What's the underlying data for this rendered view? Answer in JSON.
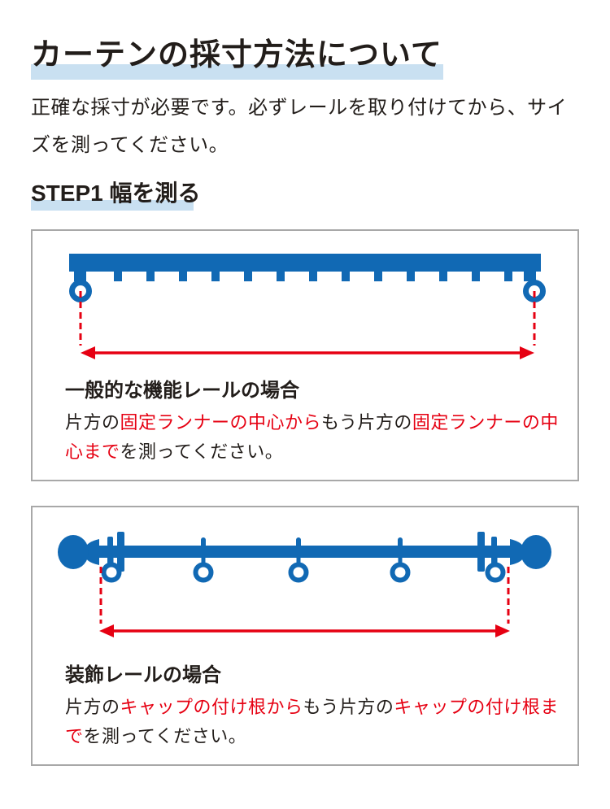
{
  "colors": {
    "rail_blue": "#1169b4",
    "accent_red": "#e60012",
    "highlight_blue": "#c9e0f1",
    "text_dark": "#221d1a",
    "box_border": "#a8a8a8"
  },
  "page": {
    "title": "カーテンの採寸方法について",
    "intro": "正確な採寸が必要です。必ずレールを取り付けてから、サイズを測ってください。",
    "step1_heading": "STEP1 幅を測る"
  },
  "section_functional_rail": {
    "heading": "一般的な機能レールの場合",
    "description_segments": [
      {
        "text": "片方の",
        "color": "dark"
      },
      {
        "text": "固定ランナーの中心から",
        "color": "red"
      },
      {
        "text": "もう片方の",
        "color": "dark"
      },
      {
        "text": "固定ランナーの中心まで",
        "color": "red"
      },
      {
        "text": "を測ってください。",
        "color": "dark"
      }
    ]
  },
  "section_decorative_rail": {
    "heading": "装飾レールの場合",
    "description_segments": [
      {
        "text": "片方の",
        "color": "dark"
      },
      {
        "text": "キャップの付け根から",
        "color": "red"
      },
      {
        "text": "もう片方の",
        "color": "dark"
      },
      {
        "text": "キャップの付け根まで",
        "color": "red"
      },
      {
        "text": "を測ってください。",
        "color": "dark"
      }
    ]
  }
}
